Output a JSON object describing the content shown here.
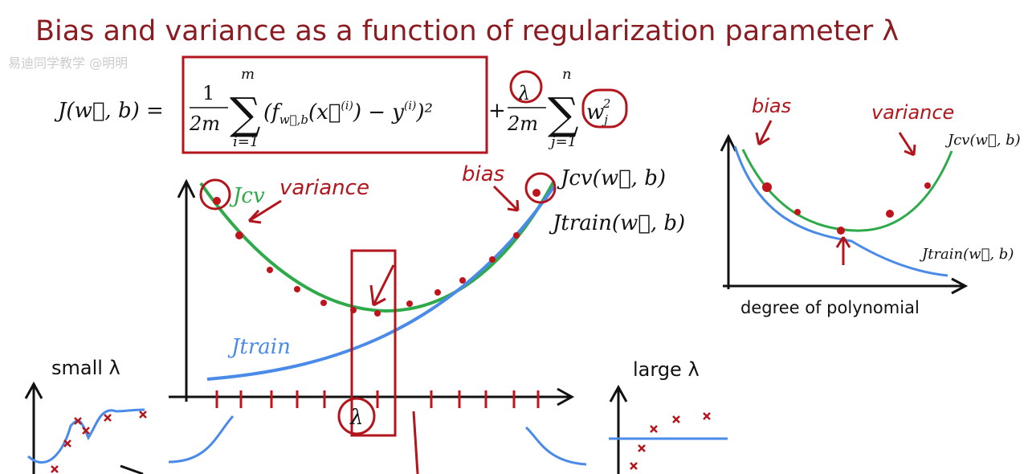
{
  "watermark": "易迪同学教学 @明明",
  "title": "Bias and variance as a function of regularization parameter λ",
  "formula": {
    "lhs": "J(w⃗, b) =",
    "frac1_num": "1",
    "frac1_den": "2m",
    "sum1_top": "m",
    "sum1_bot": "i=1",
    "sum1_body": "(f",
    "sub_fw": "w⃗,b",
    "body2": "(x⃗",
    "sup_i": "(i)",
    "body3": ") − y",
    "sup_i2": "(i)",
    "body4": ")²",
    "plus": "+",
    "frac2_num": "λ",
    "frac2_den": "2m",
    "sum2_top": "n",
    "sum2_bot": "j=1",
    "wj": "w",
    "wj_sub": "j",
    "wj_sup": "2"
  },
  "main_plot": {
    "jcv_label": "Jcv",
    "variance": "variance",
    "bias": "bias",
    "jcv_full": "Jcv(w⃗, b)",
    "jtrain_full": "Jtrain(w⃗, b)",
    "jtrain_label": "Jtrain",
    "x_label": "λ"
  },
  "right_plot": {
    "bias": "bias",
    "variance": "variance",
    "jcv_full": "Jcv(w⃗, b)",
    "jtrain_full": "Jtrain(w⃗, b)",
    "x_label": "degree of polynomial"
  },
  "small_lambda": "small λ",
  "large_lambda": "large λ",
  "colors": {
    "title": "#8b1c22",
    "annot": "#b3151c",
    "cv": "#2eaa4a",
    "train": "#4a8ae8"
  }
}
